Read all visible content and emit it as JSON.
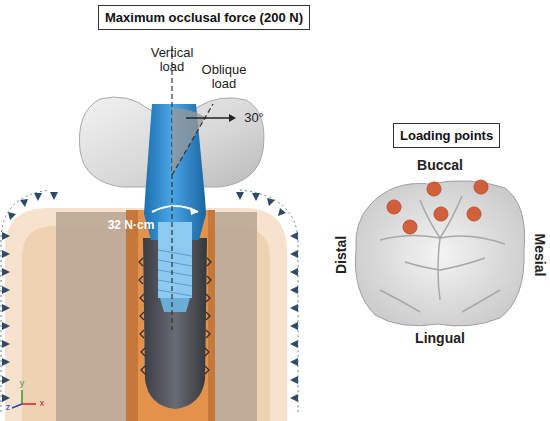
{
  "diagram": {
    "nodes": [
      {
        "text": [
          "Maximum occlusal force (200 N)"
        ]
      },
      {
        "text": [
          "Loading points"
        ]
      }
    ],
    "labels": [
      "Vertical load",
      "Oblique load",
      "30°",
      "32 N·cm",
      "Buccal",
      "Distal",
      "Mesial",
      "Lingual",
      "z",
      "y",
      "x"
    ]
  }
}
